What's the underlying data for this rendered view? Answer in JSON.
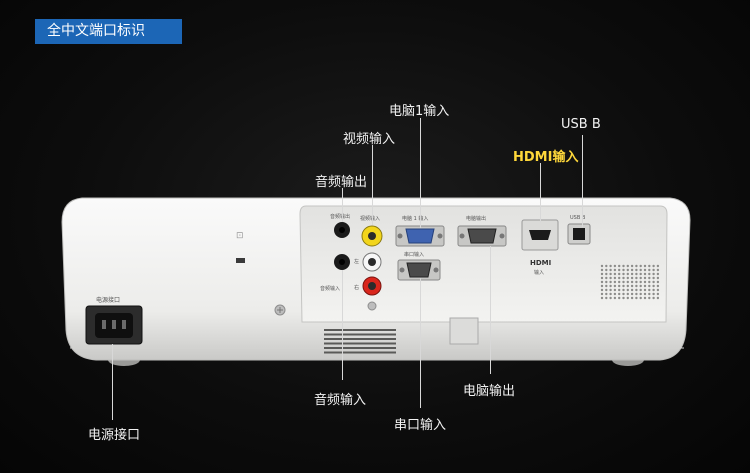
{
  "header": {
    "title": "全中文端口标识"
  },
  "callouts": {
    "pc1_in": "电脑1输入",
    "video_in": "视频输入",
    "usb_b": "USB B",
    "hdmi_in": "HDMI输入",
    "audio_out": "音频输出",
    "audio_in": "音频输入",
    "serial_in": "串口输入",
    "pc_out": "电脑输出",
    "power": "电源接口"
  },
  "panel_labels": {
    "audio_out": "音频输出",
    "video_in": "视频输入",
    "pc1_in": "电脑 1 输入",
    "pc_out": "电脑输出",
    "usb_b": "USB B",
    "serial_in": "串口输入",
    "audio_in": "音频输入",
    "left": "左",
    "right": "右",
    "power": "电源接口",
    "hdmi_logo": "HDMI",
    "hdmi_in": "输入"
  },
  "colors": {
    "title_bg": "#1c66b6",
    "highlight": "#ffd83a",
    "body": "#f4f4f2",
    "rca_yellow": "#f2d51c",
    "rca_red": "#d9261c",
    "vga_blue": "#3f63b0"
  }
}
